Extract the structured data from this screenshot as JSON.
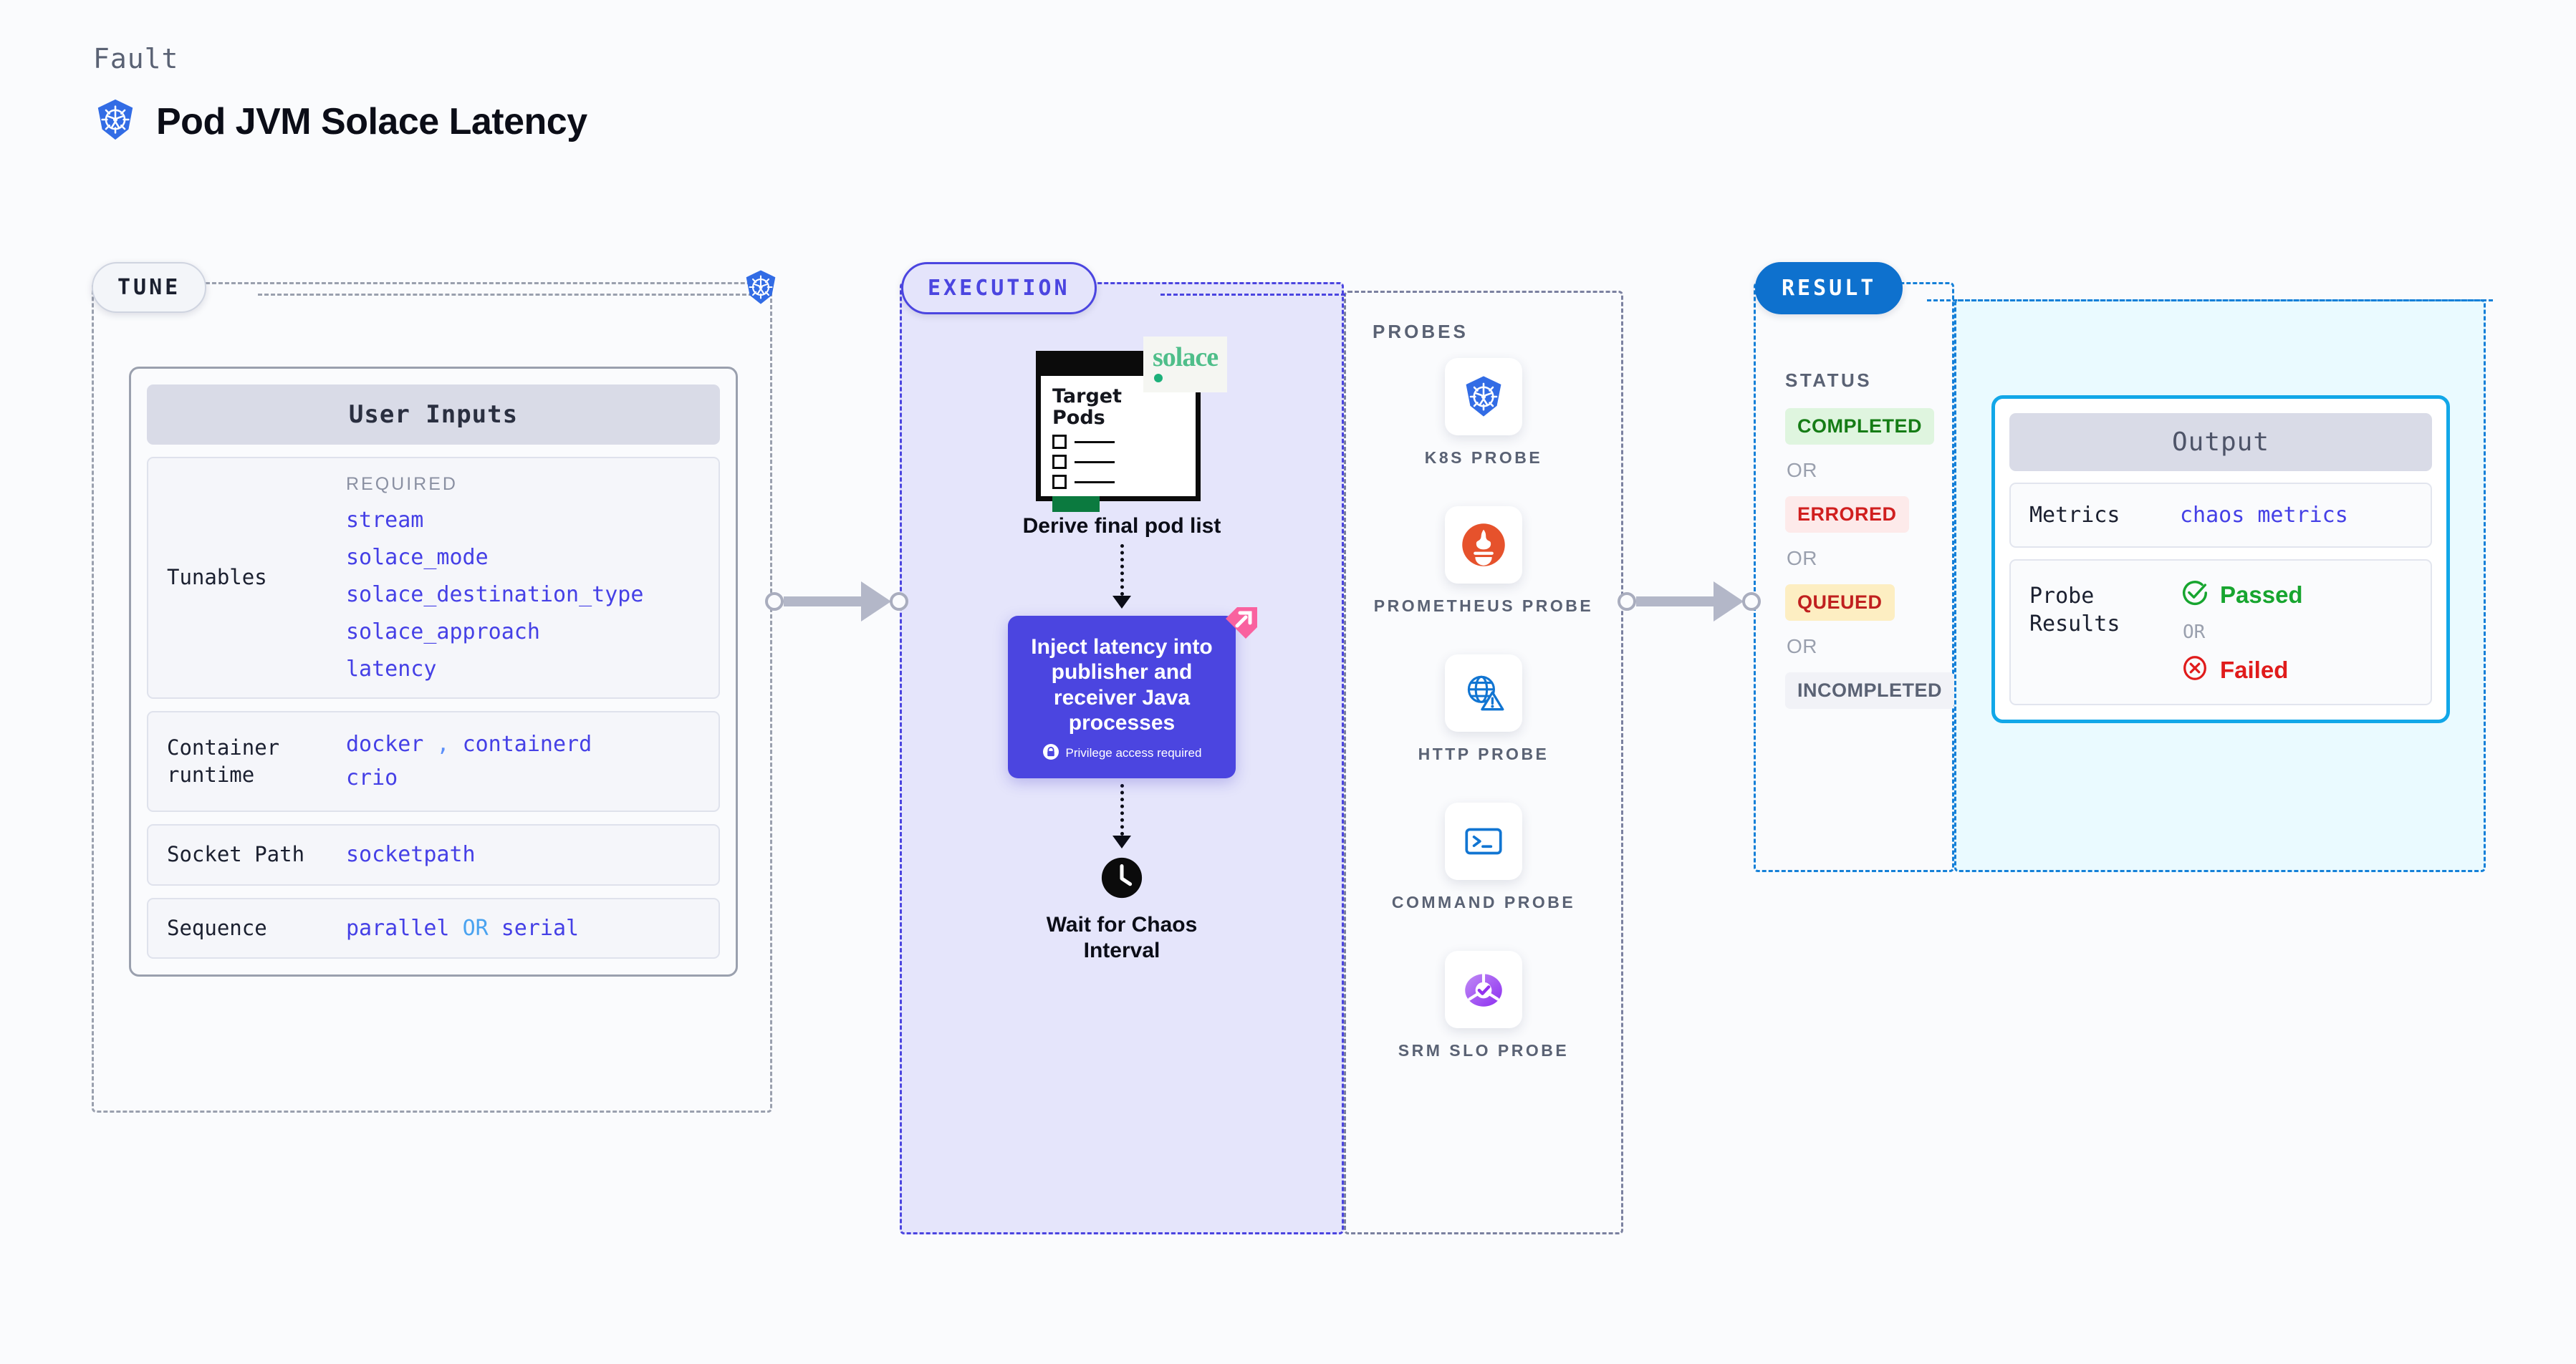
{
  "header": {
    "kicker": "Fault",
    "title": "Pod JVM Solace Latency",
    "icon": "kubernetes-icon"
  },
  "tune": {
    "pill_label": "TUNE",
    "badge_icon": "kubernetes-icon",
    "card_title": "User Inputs",
    "rows": [
      {
        "key": "Tunables",
        "required_label": "REQUIRED",
        "items": [
          "stream",
          "solace_mode",
          "solace_destination_type",
          "solace_approach",
          "latency"
        ]
      },
      {
        "key": "Container runtime",
        "value_parts": [
          "docker",
          ",",
          "containerd",
          "crio"
        ]
      },
      {
        "key": "Socket Path",
        "value": "socketpath"
      },
      {
        "key": "Sequence",
        "value_parts": [
          "parallel",
          "OR",
          "serial"
        ]
      }
    ]
  },
  "execution": {
    "pill_label": "EXECUTION",
    "doc": {
      "heading_line1": "Target",
      "heading_line2": "Pods",
      "brand": "solace",
      "brand_icon": "solace-logo"
    },
    "derive_label": "Derive final pod list",
    "inject": {
      "text": "Inject latency into publisher and receiver Java processes",
      "privilege_note": "Privilege access required",
      "privilege_icon": "lock-icon",
      "ribbon_icon": "ribbon-icon",
      "color": "#4b45e0"
    },
    "wait": {
      "icon": "clock-icon",
      "label_line1": "Wait for Chaos",
      "label_line2": "Interval"
    }
  },
  "probes": {
    "title": "PROBES",
    "items": [
      {
        "label": "K8S PROBE",
        "icon": "kubernetes-icon"
      },
      {
        "label": "PROMETHEUS PROBE",
        "icon": "prometheus-icon"
      },
      {
        "label": "HTTP PROBE",
        "icon": "http-globe-warning-icon"
      },
      {
        "label": "COMMAND PROBE",
        "icon": "terminal-icon"
      },
      {
        "label": "SRM SLO PROBE",
        "icon": "srm-slo-donut-icon"
      }
    ]
  },
  "result": {
    "pill_label": "RESULT",
    "status_title": "STATUS",
    "or_label": "OR",
    "badges": [
      {
        "label": "COMPLETED",
        "bg": "#dff5df",
        "fg": "#157c15"
      },
      {
        "label": "ERRORED",
        "bg": "#fdeaea",
        "fg": "#d01f1f"
      },
      {
        "label": "QUEUED",
        "bg": "#fdeec2",
        "fg": "#c0201f"
      },
      {
        "label": "INCOMPLETED",
        "bg": "#f1f2f7",
        "fg": "#5a6274"
      }
    ]
  },
  "output": {
    "title": "Output",
    "metrics_key": "Metrics",
    "metrics_value": "chaos metrics",
    "probe_results_key": "Probe Results",
    "passed_label": "Passed",
    "passed_icon": "check-circle-icon",
    "or_label": "OR",
    "failed_label": "Failed",
    "failed_icon": "x-circle-icon"
  }
}
